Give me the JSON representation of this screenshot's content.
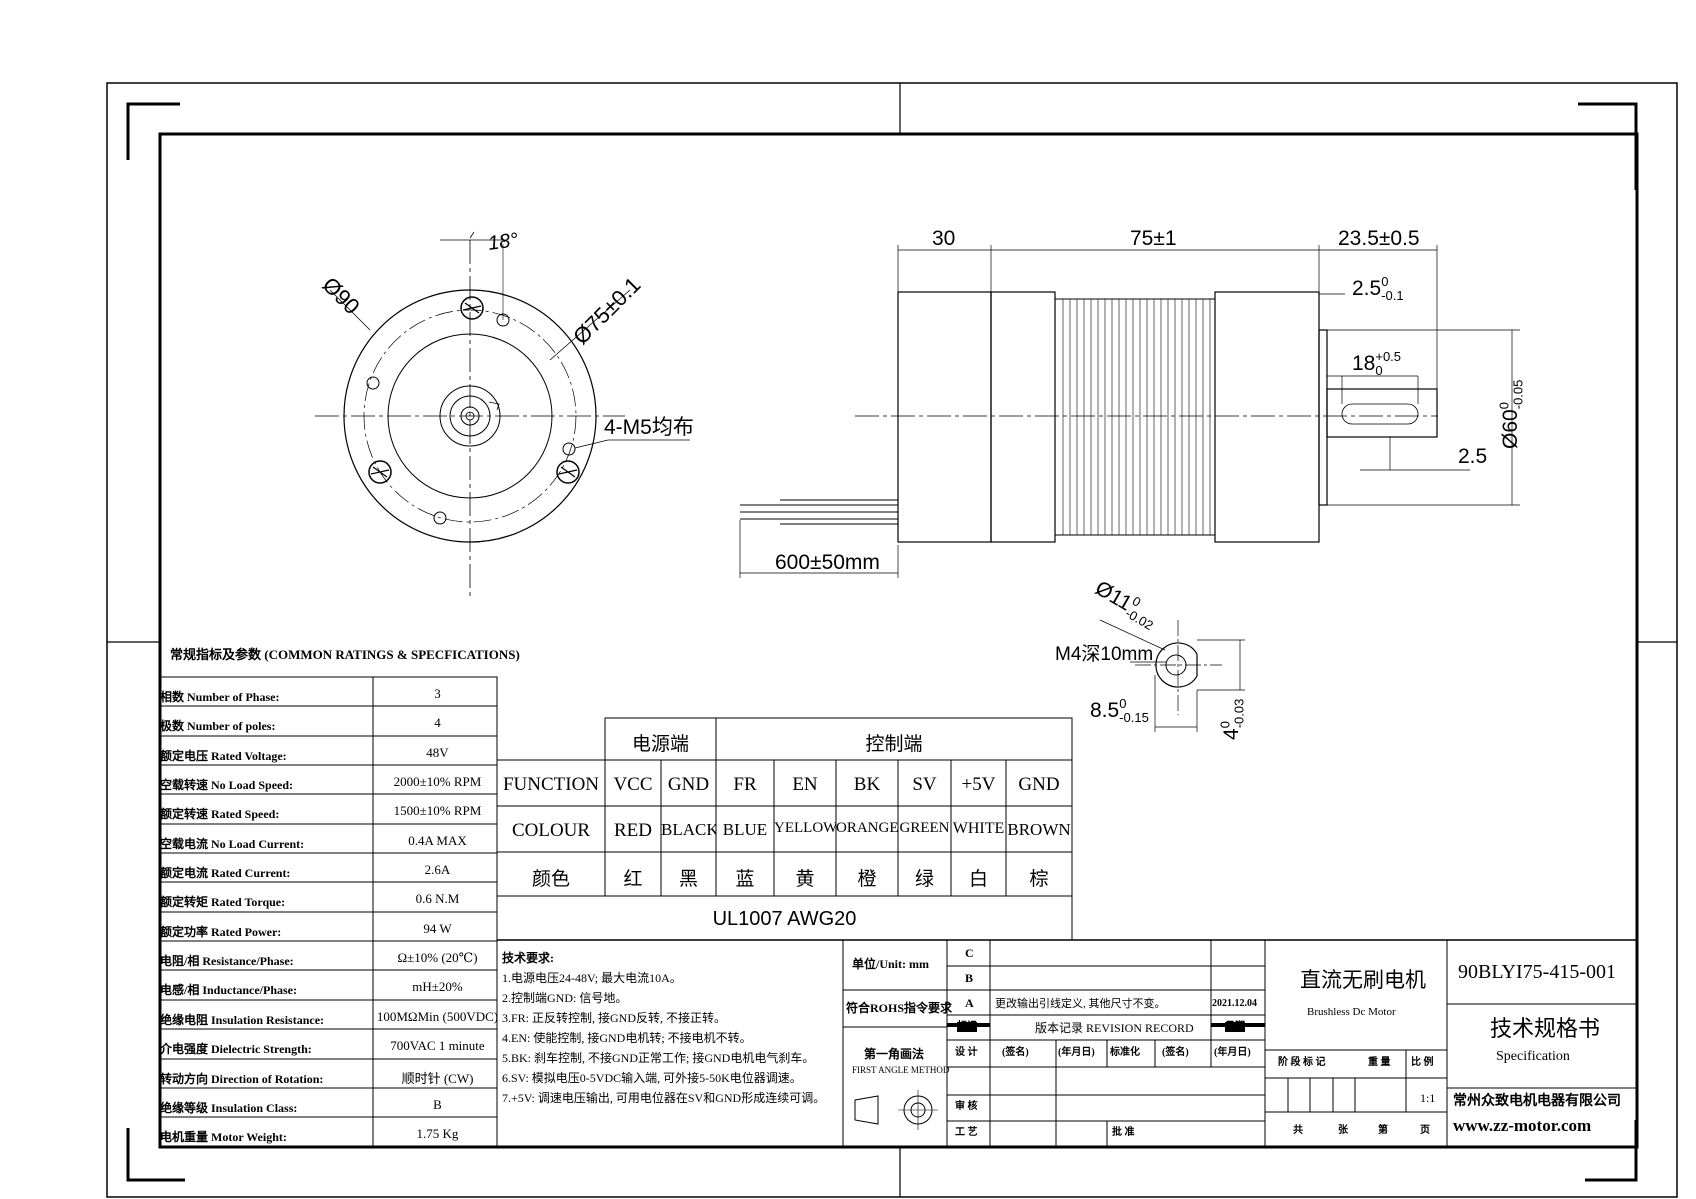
{
  "front_view": {
    "angle": "18°",
    "outer_dia": "Ø90",
    "pcd": "Ø75±0.1",
    "holes": "4-M5均布"
  },
  "side_view": {
    "dim_30": "30",
    "dim_75": "75±1",
    "dim_23_5": "23.5±0.5",
    "dim_2_5_flange": "2.5",
    "dim_2_5_flange_sup": "0",
    "dim_2_5_flange_sub": "-0.1",
    "dim_18": "18",
    "dim_18_sup": "+0.5",
    "dim_18_sub": "0",
    "dim_60": "Ø60",
    "dim_60_sup": "0",
    "dim_60_sub": "-0.05",
    "dim_2_5_shaft": "2.5",
    "cable": "600±50mm"
  },
  "shaft_section": {
    "dia": "Ø11",
    "dia_sup": "0",
    "dia_sub": "-0.02",
    "thread": "M4深10mm",
    "flat": "8.5",
    "flat_sup": "0",
    "flat_sub": "-0.15",
    "key": "4",
    "key_sup": "0",
    "key_sub": "-0.03"
  },
  "spec": {
    "title": "常规指标及参数 (COMMON RATINGS & SPECFICATIONS)",
    "rows": [
      {
        "label": "相数 Number of Phase:",
        "value": "3"
      },
      {
        "label": "极数 Number of poles:",
        "value": "4"
      },
      {
        "label": "额定电压 Rated Voltage:",
        "value": "48V"
      },
      {
        "label": "空载转速 No Load Speed:",
        "value": "2000±10% RPM"
      },
      {
        "label": "额定转速 Rated Speed:",
        "value": "1500±10% RPM"
      },
      {
        "label": "空载电流 No Load Current:",
        "value": "0.4A MAX"
      },
      {
        "label": "额定电流 Rated Current:",
        "value": "2.6A"
      },
      {
        "label": "额定转矩 Rated Torque:",
        "value": "0.6 N.M"
      },
      {
        "label": "额定功率 Rated Power:",
        "value": "94 W"
      },
      {
        "label": "电阻/相 Resistance/Phase:",
        "value": "Ω±10% (20℃)"
      },
      {
        "label": "电感/相 Inductance/Phase:",
        "value": "mH±20%"
      },
      {
        "label": "绝缘电阻 Insulation Resistance:",
        "value": "100MΩMin (500VDC)"
      },
      {
        "label": "介电强度 Dielectric Strength:",
        "value": "700VAC 1 minute"
      },
      {
        "label": "转动方向 Direction of Rotation:",
        "value": "顺时针 (CW)"
      },
      {
        "label": "绝缘等级 Insulation Class:",
        "value": "B"
      },
      {
        "label": "电机重量 Motor Weight:",
        "value": "1.75 Kg"
      }
    ]
  },
  "wiring": {
    "power_header": "电源端",
    "control_header": "控制端",
    "rows": [
      [
        "FUNCTION",
        "VCC",
        "GND",
        "FR",
        "EN",
        "BK",
        "SV",
        "+5V",
        "GND"
      ],
      [
        "COLOUR",
        "RED",
        "BLACK",
        "BLUE",
        "YELLOW",
        "ORANGE",
        "GREEN",
        "WHITE",
        "BROWN"
      ],
      [
        "颜色",
        "红",
        "黑",
        "蓝",
        "黄",
        "橙",
        "绿",
        "白",
        "棕"
      ]
    ],
    "cable_spec": "UL1007 AWG20"
  },
  "tech_req": {
    "title": "技术要求:",
    "lines": [
      "1.电源电压24-48V; 最大电流10A。",
      "2.控制端GND: 信号地。",
      "3.FR: 正反转控制, 接GND反转, 不接正转。",
      "4.EN: 使能控制, 接GND电机转; 不接电机不转。",
      "5.BK: 刹车控制, 不接GND正常工作; 接GND电机电气刹车。",
      "6.SV: 模拟电压0-5VDC输入端, 可外接5-50K电位器调速。",
      "7.+5V: 调速电压输出, 可用电位器在SV和GND形成连续可调。"
    ]
  },
  "title_block": {
    "unit": "单位/Unit: mm",
    "rohs": "符合ROHS指令要求",
    "projection": "第一角画法",
    "projection_en": "FIRST ANGLE METHOD",
    "rev_c": "C",
    "rev_b": "B",
    "rev_a": "A",
    "rev_label_mark": "标记",
    "rev_change": "更改输出引线定义, 其他尺寸不变。",
    "rev_date": "2021.12.04",
    "rev_record": "版本记录 REVISION RECORD",
    "rev_date_label": "日期",
    "design": "设 计",
    "sign1": "(签名)",
    "date1": "(年月日)",
    "standard": "标准化",
    "sign2": "(签名)",
    "date2": "(年月日)",
    "check": "审 核",
    "process": "工 艺",
    "approve": "批 准",
    "product_cn": "直流无刷电机",
    "product_en": "Brushless Dc Motor",
    "stage_header": "阶 段 标 记",
    "weight_header": "重 量",
    "scale_header": "比 例",
    "scale": "1:1",
    "sheets": "共",
    "sheets2": "张",
    "sheet_no": "第",
    "sheet_no2": "页",
    "part_no": "90BLYI75-415-001",
    "doc_cn": "技术规格书",
    "doc_en": "Specification",
    "company": "常州众致电机电器有限公司",
    "website": "www.zz-motor.com"
  }
}
